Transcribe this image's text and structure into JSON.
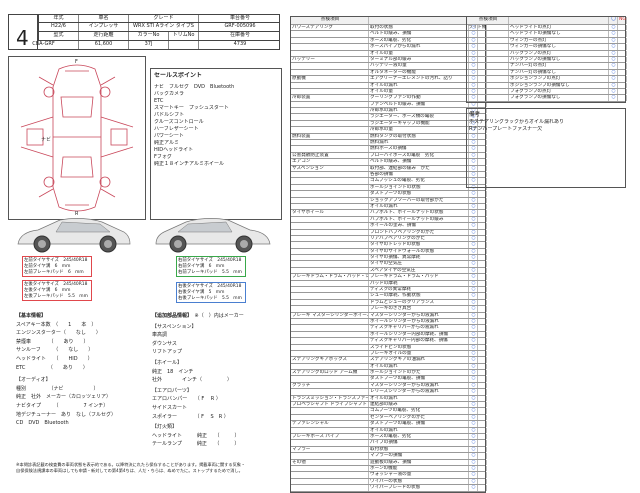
{
  "header": {
    "labels": [
      "評価点",
      "年式",
      "車名",
      "グレード",
      "車台番号"
    ],
    "grade_score": "4",
    "year": "H22/6",
    "car_name": "インプレッサ",
    "grade": "WRX STI Aライン タイプS",
    "chassis": "GRF-005096",
    "labels2": [
      "型式",
      "走行距離",
      "カラーNo",
      "トリムNo",
      "在庫番号"
    ],
    "model": "CBA-GRF",
    "mileage": "61,600",
    "color": "37J",
    "trim": "",
    "stock": "4739"
  },
  "sales": {
    "title": "セールスポイント",
    "items": [
      "ナビ　フルセグ　DVD　Bluetooth",
      "バックカメラ",
      "ETC",
      "スマートキー　プッシュスタート",
      "パドルシフト",
      "クルーズコントロール",
      "ハーフレザーシート",
      "パワーシート",
      "純正アルミ",
      "HIDヘッドライト",
      "Fフォグ",
      "純正１８インチアルミホイール"
    ]
  },
  "diagram": {
    "front_label": "F",
    "rear_label": "R"
  },
  "tires": {
    "front_left": [
      "左前タイヤサイズ",
      "245/40R18",
      "左前タイヤ溝",
      "6　mm",
      "左前ブレーキパッド",
      "6　mm"
    ],
    "front_right": [
      "右前タイヤサイズ",
      "245/40R18",
      "右前タイヤ溝",
      "6　mm",
      "右前ブレーキパッド",
      "5.5　mm"
    ],
    "rear_left": [
      "左後タイヤサイズ",
      "245/40R18",
      "左後タイヤ溝",
      "6　mm",
      "左後ブレーキパッド",
      "5.5　mm"
    ],
    "rear_right": [
      "右後タイヤサイズ",
      "245/40R18",
      "右後タイヤ溝",
      "5　mm",
      "右後ブレーキパッド",
      "5.5　mm"
    ]
  },
  "basic": {
    "title": "【基本情報】",
    "rows": [
      "スペアキー本数　（　　1　　本　）",
      "エンジンスターター（　　なし　　）",
      "禁煙車　　　　（　　あり　　）",
      "サンルーフ　　　（　　なし　　）",
      "ヘッドライト　　（　　HID　　）",
      "ETC　　　　　（　　あり　　）"
    ],
    "audio_title": "【オーディオ】",
    "audio": [
      "種別　　　　　（ナビ　　　　　　）",
      "純正　社外　メーカー（カロッツェリア）",
      "ナビタイプ　　　（　　　　　7 インチ）",
      "地デジチューナー　あり　なし（フルセグ）",
      "CD　DVD　Bluetooth"
    ]
  },
  "extra": {
    "title": "【追加部品情報】",
    "note": "※（　）内はメーカー",
    "sus_title": "【サスペンション】",
    "sus": [
      "車高調",
      "ダウンサス",
      "リフトアップ"
    ],
    "wheel_title": "【ホイール】",
    "wheel": [
      "純正　18　インチ",
      "社外　　　　インチ（　　　　　）"
    ],
    "aero_title": "【エアロパーツ】",
    "aero": [
      "エアロバンパー　　（ F　 R ）",
      "サイドスカート",
      "スポイラー　　　　（ F　 S　R ）"
    ],
    "light_title": "【灯火類】",
    "light": [
      "ヘッドライト　　　純正　　（　　　）",
      "テールランプ　　　純正　　（　　　）"
    ]
  },
  "footnote": [
    "※本問診表記載の検査費の車両状態を表示的である。以降特決にれたら保存することがあります。掲載車両に関する気象・",
    "自保保険法規課本の車両はしても申請・新対しての第4第4ちは、人だ・ちらは、ぬめでたに。ストップするためで消し。"
  ],
  "inspect_header": {
    "a": "点検項目",
    "b": "〇",
    "c": "NG"
  },
  "left_checks": [
    [
      "パワーステアリング",
      "取付の状態"
    ],
    [
      "",
      "ベルトの緩み、損傷"
    ],
    [
      "",
      "ホースの亀裂、劣化"
    ],
    [
      "",
      "ホースパイプからの漏れ"
    ],
    [
      "",
      "オイルの量"
    ],
    [
      "バッテリー",
      "ターミナル部の緩み"
    ],
    [
      "",
      "バッテリー液の量"
    ],
    [
      "",
      "オルタネーターの機能"
    ],
    [
      "原動機",
      "エアクリーナーエレメントの汚れ、詰り"
    ],
    [
      "",
      "オイルの漏れ"
    ],
    [
      "",
      "オイルの量"
    ],
    [
      "冷却装置",
      "クーリングファンの作動"
    ],
    [
      "",
      "ファンベルトの緩み、損傷"
    ],
    [
      "",
      "冷却水の漏れ"
    ],
    [
      "",
      "ラジエーター、ホース類の亀裂"
    ],
    [
      "",
      "ラジエーターキャップの機能"
    ],
    [
      "",
      "冷却水の量"
    ],
    [
      "燃料装置",
      "燃料タンクの取付状態"
    ],
    [
      "",
      "燃料漏れ"
    ],
    [
      "",
      "燃料ホースの損傷"
    ],
    [
      "公害発散防止装置",
      "ブローバイホースの亀裂　劣化"
    ],
    [
      "エアコン",
      "ベルトの緩み、損傷"
    ],
    [
      "サスペンション",
      "取付部、連結部の緩み　がた"
    ],
    [
      "",
      "各部の損傷"
    ],
    [
      "",
      "ゴムブッシュの亀裂、劣化"
    ],
    [
      "",
      "ボールジョイントの状態"
    ],
    [
      "",
      "ダストブーツの状態"
    ],
    [
      "",
      "ショックアブソーバーの取付部がた"
    ],
    [
      "",
      "オイルの漏れ"
    ],
    [
      "タイヤホイール",
      "ハブボルト、ホイールナットの状態"
    ],
    [
      "",
      "ハブボルト、ホイールナットの緩み"
    ],
    [
      "",
      "ホイールの歪み、損傷"
    ],
    [
      "",
      "フロントハブベアリングのがた"
    ],
    [
      "",
      "リアハブベアリングのがた"
    ],
    [
      "",
      "タイヤのトレッドの状態"
    ],
    [
      "",
      "タイヤのサイドウォールの状態"
    ],
    [
      "",
      "タイヤの損傷、異常摩耗"
    ],
    [
      "",
      "タイヤの空気圧"
    ],
    [
      "",
      "スペアタイヤの空気圧"
    ],
    [
      "ブレーキドラム・ドラム・パッド・シュー",
      "ブレーキドラム・ドラム・パッド"
    ],
    [
      "",
      "パッドの摩耗"
    ],
    [
      "",
      "ディスクの異常摩耗"
    ],
    [
      "",
      "シューの摩耗、作動状態"
    ],
    [
      "",
      "ドラムとシューのクリアランス"
    ],
    [
      "",
      "ブレーキのきき具合"
    ],
    [
      "ブレーキ マスターシリンダーホイールシリンダーディスクキャリパー",
      "マスターシリンダーからの液漏れ"
    ],
    [
      "",
      "ホイールシリンダーからの液漏れ"
    ],
    [
      "",
      "ディスクキャリパーからの液漏れ"
    ],
    [
      "",
      "ホイールシリンダー内部の摩耗、損傷"
    ],
    [
      "",
      "ディスクキャリパー内部の摩耗、損傷"
    ],
    [
      "",
      "スライドピンの状態"
    ],
    [
      "",
      "ブレーキオイルの量"
    ],
    [
      "ステアリングギアボックス",
      "ステアリングギアの油漏れ"
    ],
    [
      "",
      "オイルの漏れ"
    ],
    [
      "ステアリングのロッド アーム類",
      "ボールジョイントのがた"
    ],
    [
      "",
      "ダストブーツの亀裂、損傷"
    ],
    [
      "クラッチ",
      "マスターシリンダーからの液漏れ"
    ],
    [
      "",
      "レリーズシリンダーからの液漏れ"
    ],
    [
      "トランスミッション・トランスファー",
      "オイルの漏れ"
    ],
    [
      "プロペラシャフト ドライブシャフト",
      "連結部の緩み"
    ],
    [
      "",
      "ゴムブーツの亀裂、劣化"
    ],
    [
      "",
      "センターベアリングのがた"
    ],
    [
      "デファレンシャル",
      "ダストブーツの亀裂、損傷"
    ],
    [
      "",
      "オイルの漏れ"
    ],
    [
      "ブレーキホース パイプ",
      "ホースの亀裂、劣化"
    ],
    [
      "",
      "パイプの損傷"
    ],
    [
      "マフラー",
      "取付状態"
    ],
    [
      "",
      "マフラーの損傷"
    ],
    [
      "その他",
      "遊動板の緩み、損傷"
    ],
    [
      "",
      "ホーンの機能"
    ],
    [
      "",
      "ウォッシャー液の量"
    ],
    [
      "",
      "ワイパーの状態"
    ],
    [
      "",
      "ワイパーブレードの状態"
    ]
  ],
  "right_checks": [
    [
      "ライト類",
      "ヘッドライトの点灯"
    ],
    [
      "",
      "ヘッドライトの損傷なし"
    ],
    [
      "",
      "ウィンカーの点灯"
    ],
    [
      "",
      "ウィンカーの損傷なし"
    ],
    [
      "",
      "バックランプの点灯"
    ],
    [
      "",
      "バックランプの損傷なし"
    ],
    [
      "",
      "ナンバー灯の点灯"
    ],
    [
      "",
      "ナンバー灯の損傷なし"
    ],
    [
      "",
      "ポジションランプの点灯"
    ],
    [
      "",
      "ポジションランプの損傷なし"
    ],
    [
      "",
      "フォグランプの点灯"
    ],
    [
      "",
      "フォグランプの損傷なし"
    ]
  ],
  "remarks": {
    "title": "備考",
    "lines": [
      "ホステアリングラックからオイル漏れあり",
      "Rナンバープレートファスナー欠"
    ]
  },
  "ng_header": "NG"
}
